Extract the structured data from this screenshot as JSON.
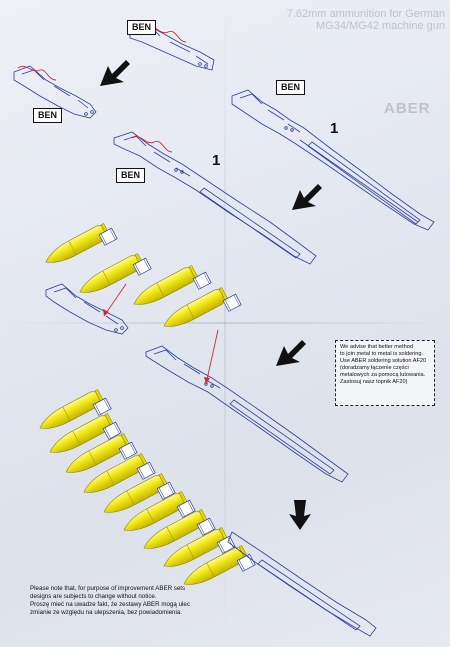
{
  "header": {
    "title_lines": [
      "7.62mm ammunition for German",
      "MG34/MG42 machine gun"
    ],
    "brand": "ABER"
  },
  "labels": {
    "ben_1": "BEN",
    "ben_2": "BEN",
    "ben_3": "BEN",
    "ben_4": "BEN",
    "step_1": "1",
    "step_2": "1"
  },
  "advice": {
    "lines": [
      "We advise that better method",
      "to join metal to metal is soldering.",
      "Use ABER soldering solution AF20",
      "(doradzamy łączenie części",
      "metalowych za pomocą lutowania.",
      "Zastosuj nasz topnik AF20)"
    ]
  },
  "notice": {
    "lines": [
      "Please note that, for purpose of improvement ABER sets",
      "designs are subjects to change without notice.",
      "Proszę mieć na uwadze fakt, że zestawy ABER mogą ulec",
      "zmianie ze względu na ulepszenia, bez powiadomienia."
    ]
  },
  "colors": {
    "paper": "#e6e9f1",
    "line_art": "#2c3f9a",
    "cartridge": "#f4ec1a",
    "cartridge_shadow": "#b8a800",
    "arrow": "#111111",
    "pointer": "#d8262c"
  },
  "icons": {
    "arrow": "down-left-arrow-icon",
    "pointer": "red-pointer-line"
  }
}
